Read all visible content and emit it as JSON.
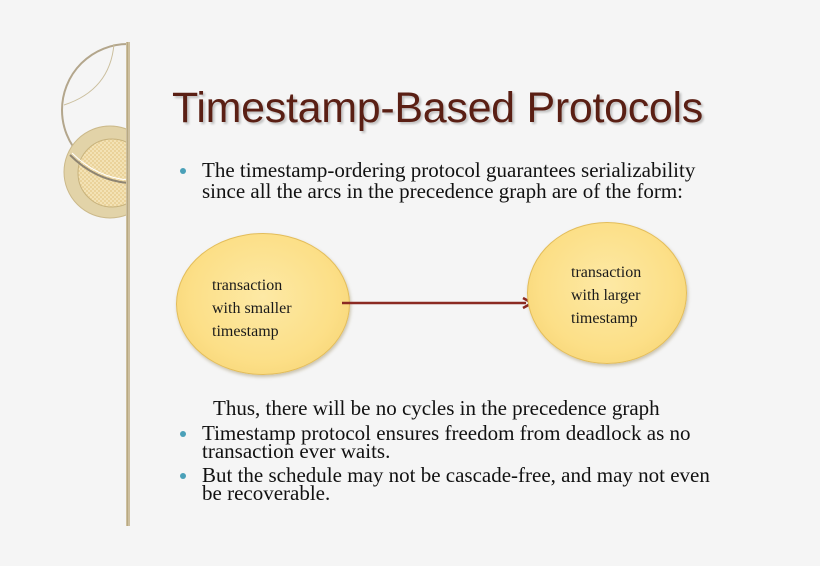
{
  "slide": {
    "title": "Timestamp-Based Protocols",
    "bullets": [
      {
        "lines": [
          "The timestamp-ordering protocol guarantees serializability",
          "since all the arcs in the precedence graph are of the form:"
        ]
      },
      {
        "lines": [
          "Timestamp protocol ensures freedom from deadlock as no",
          "transaction ever waits."
        ]
      },
      {
        "lines": [
          "But the schedule may not be cascade-free, and may  not even",
          "be recoverable."
        ]
      }
    ],
    "conclusion": "Thus, there will be no cycles in the precedence graph",
    "diagram": {
      "node_from": {
        "lines": [
          "transaction",
          "with smaller",
          "timestamp"
        ]
      },
      "node_to": {
        "lines": [
          "transaction",
          "with larger",
          "timestamp"
        ]
      },
      "edge": "arrow-right"
    },
    "colors": {
      "title": "#5a1f14",
      "bullet": "#4aa0b8",
      "node_fill": "#fcdf87",
      "arrow": "#8b2a22",
      "background": "#f5f5f5"
    }
  }
}
